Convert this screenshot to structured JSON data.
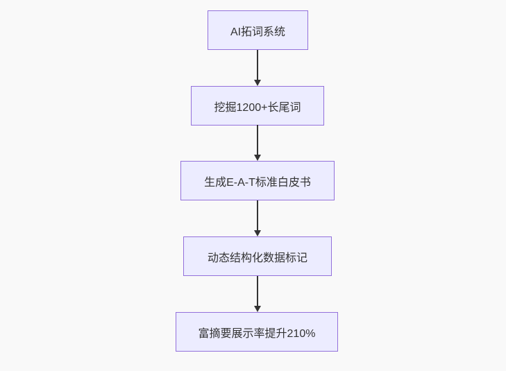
{
  "diagram": {
    "type": "flowchart",
    "direction": "top-down",
    "nodes": [
      {
        "id": "n1",
        "label": "AI拓词系统"
      },
      {
        "id": "n2",
        "label": "挖掘1200+长尾词"
      },
      {
        "id": "n3",
        "label": "生成E-A-T标准白皮书"
      },
      {
        "id": "n4",
        "label": "动态结构化数据标记"
      },
      {
        "id": "n5",
        "label": "富摘要展示率提升210%"
      }
    ],
    "edges": [
      {
        "from": "n1",
        "to": "n2"
      },
      {
        "from": "n2",
        "to": "n3"
      },
      {
        "from": "n3",
        "to": "n4"
      },
      {
        "from": "n4",
        "to": "n5"
      }
    ],
    "colors": {
      "background": "#f9f9f9",
      "node_fill": "#ECECFF",
      "node_border": "#9370DB",
      "arrow": "#333333",
      "text": "#333333"
    }
  }
}
